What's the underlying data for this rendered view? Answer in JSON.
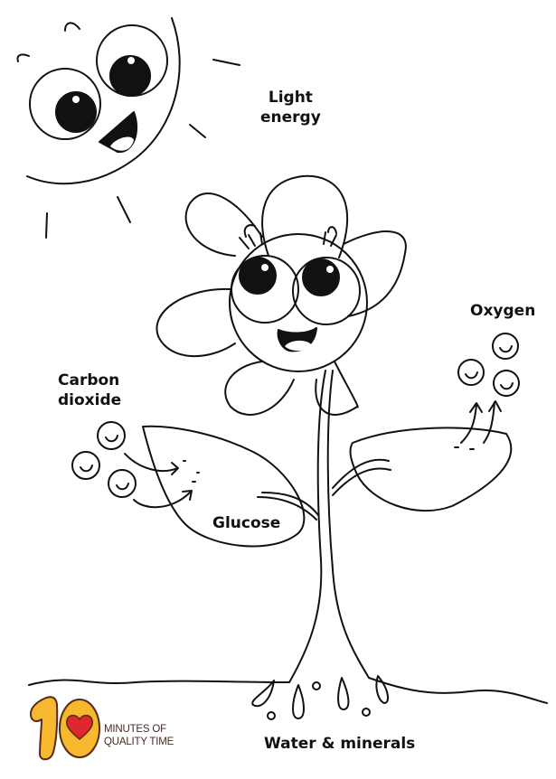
{
  "labels": {
    "light_energy": [
      "Light",
      "energy"
    ],
    "carbon_dioxide": [
      "Carbon",
      "dioxide"
    ],
    "oxygen": "Oxygen",
    "glucose": "Glucose",
    "water_minerals": "Water & minerals"
  },
  "logo": {
    "number": "10",
    "line1": "MINUTES OF",
    "line2": "QUALITY TIME",
    "colors": {
      "yellow": "#F5B82E",
      "outline": "#5a2a18",
      "heart": "#E0262E",
      "text": "#4a2a22"
    }
  },
  "colors": {
    "line": "#111111",
    "background": "#ffffff"
  }
}
